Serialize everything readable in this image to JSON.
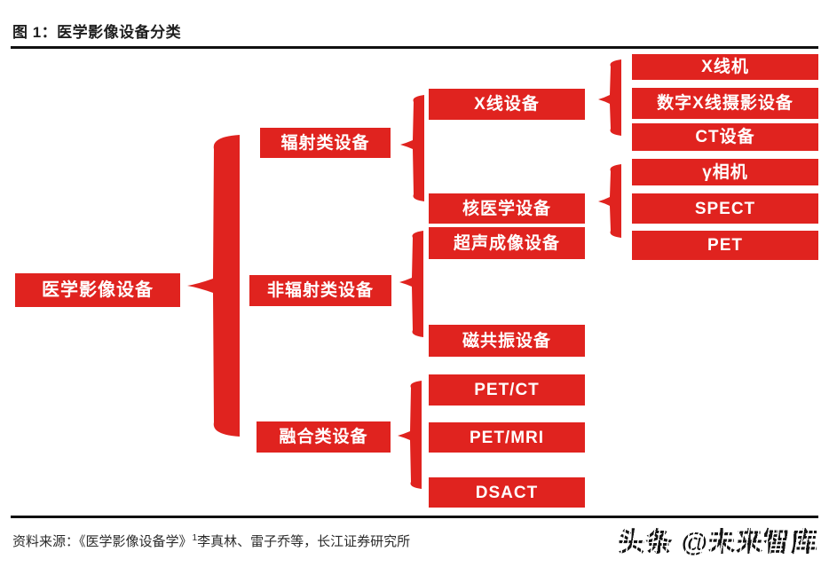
{
  "figure": {
    "title": "图 1：医学影像设备分类"
  },
  "hierarchy": {
    "root": "医学影像设备",
    "children": [
      {
        "label": "辐射类设备",
        "children": [
          {
            "label": "X线设备",
            "children": [
              {
                "label": "X线机"
              },
              {
                "label": "数字X线摄影设备"
              },
              {
                "label": "CT设备"
              }
            ]
          },
          {
            "label": "核医学设备",
            "children": [
              {
                "label": "γ相机"
              },
              {
                "label": "SPECT"
              },
              {
                "label": "PET"
              }
            ]
          }
        ]
      },
      {
        "label": "非辐射类设备",
        "children": [
          {
            "label": "超声成像设备"
          },
          {
            "label": "磁共振设备"
          }
        ]
      },
      {
        "label": "融合类设备",
        "children": [
          {
            "label": "PET/CT"
          },
          {
            "label": "PET/MRI"
          },
          {
            "label": "DSACT"
          }
        ]
      }
    ]
  },
  "footer": {
    "source_prefix": "资料来源：《医学影像设备学》",
    "superscript": "1",
    "source_suffix": "李真林、雷子乔等，长江证券研究所",
    "watermark": "头条 @未来智库"
  },
  "colors": {
    "node_red": "#e0231f",
    "node_text": "#ffffff",
    "line_black": "#101010"
  }
}
